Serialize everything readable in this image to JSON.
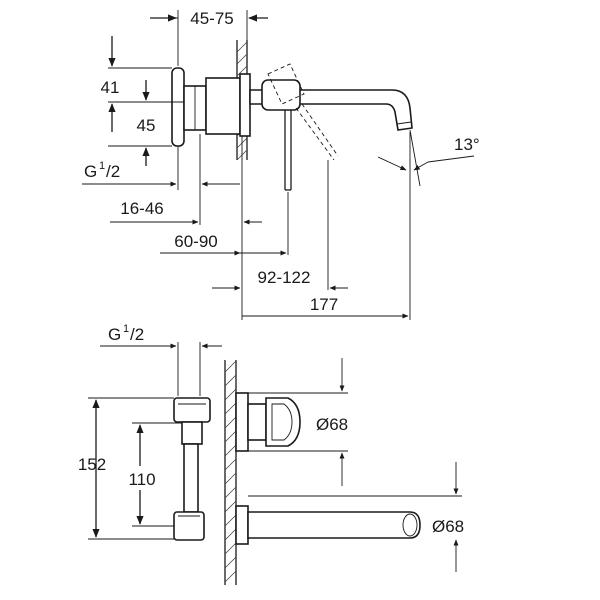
{
  "dimensions": {
    "wall_depth": "45-75",
    "rosette_upper": "41",
    "rosette_lower": "45",
    "thread_top": {
      "g": "G",
      "sup": "1",
      "sub": "/2"
    },
    "body_depth": "16-46",
    "handle_offset": "60-90",
    "handle_reach": "92-122",
    "spout_reach": "177",
    "spout_angle": "13°",
    "thread_bottom": {
      "g": "G",
      "sup": "1",
      "sub": "/2"
    },
    "total_height": "152",
    "center_distance": "110",
    "handle_diameter": "Ø68",
    "spout_diameter": "Ø68"
  }
}
